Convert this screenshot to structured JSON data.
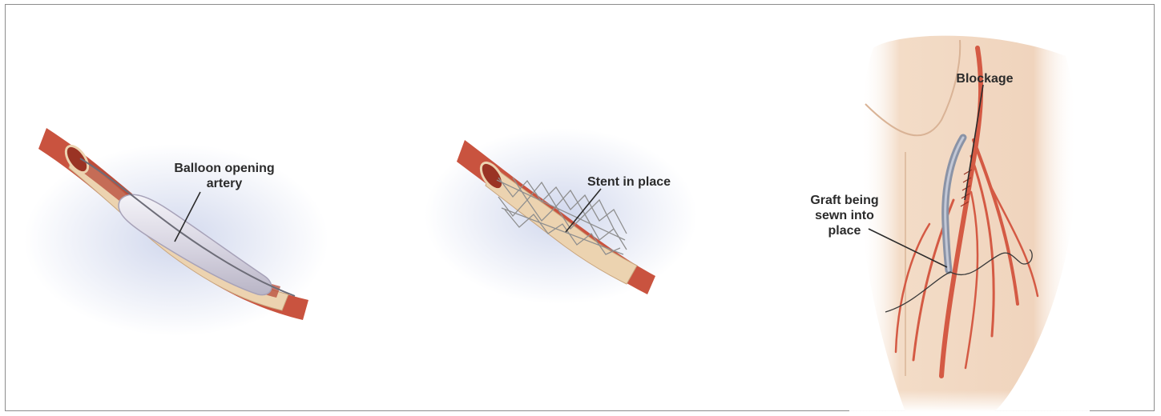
{
  "panels": {
    "balloon": {
      "label_lines": [
        "Balloon opening",
        "artery"
      ]
    },
    "stent": {
      "label": "Stent in place"
    },
    "bypass": {
      "blockage_label": "Blockage",
      "graft_label_lines": [
        "Graft being",
        "sewn into",
        "place"
      ]
    }
  },
  "colors": {
    "artery": "#c9533f",
    "artery_dark": "#9a3324",
    "artery_inner": "#b84a38",
    "vessel_wall": "#ecd3b0",
    "skin": "#f3dcc7",
    "skin_shadow": "#e8c5a8",
    "balloon": "#d9d7e3",
    "stent_mesh": "#9a9a9a",
    "graft": "#8a93a6",
    "glow": "#c9d1ea",
    "label_text": "#2b2b2b"
  }
}
